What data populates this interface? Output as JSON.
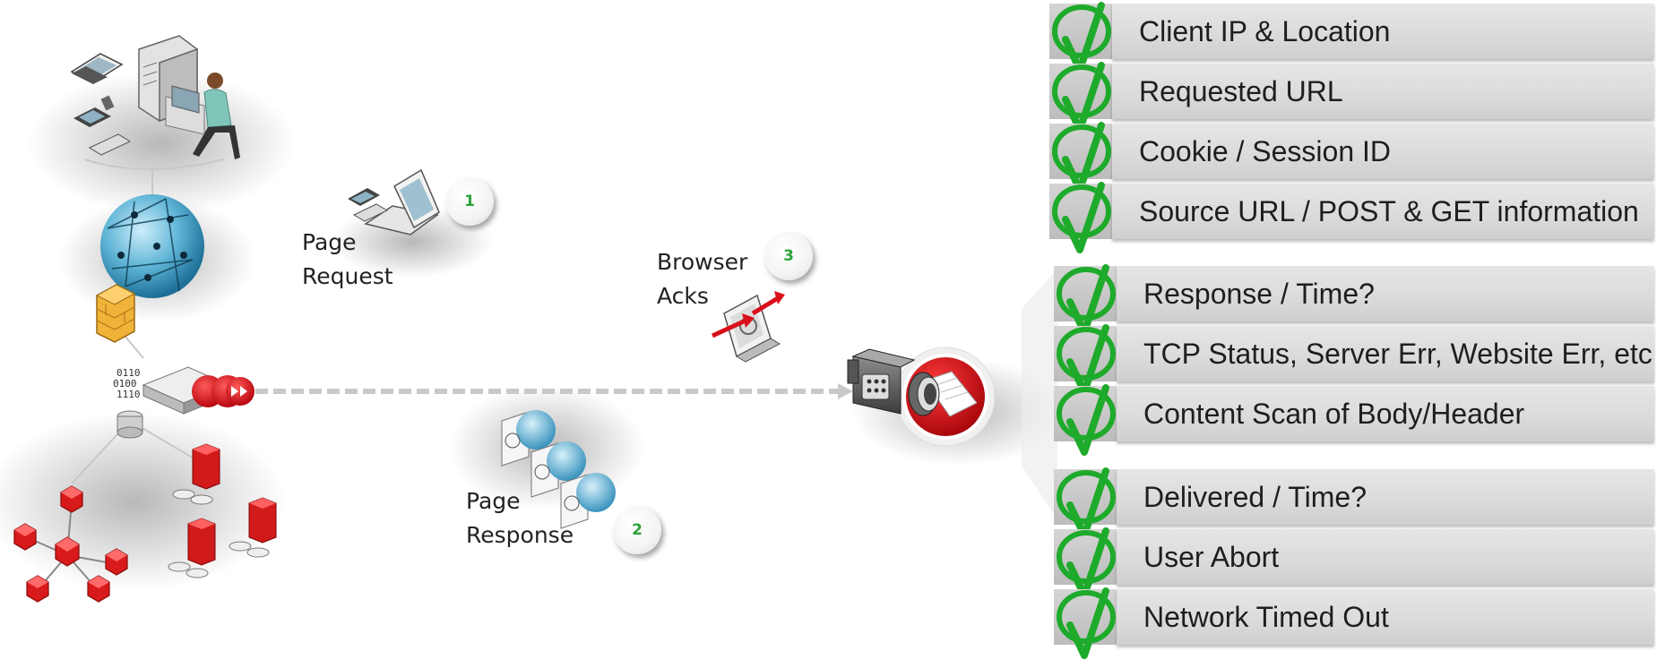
{
  "labels": {
    "page_request": [
      "Page",
      "Request"
    ],
    "page_response": [
      "Page",
      "Response"
    ],
    "browser_acks": [
      "Browser",
      "Acks"
    ]
  },
  "steps": [
    "1",
    "2",
    "3"
  ],
  "checklist": {
    "request_group": [
      "Client IP & Location",
      "Requested URL",
      "Cookie / Session ID",
      "Source URL / POST & GET information"
    ],
    "response_group": [
      "Response / Time?",
      "TCP Status, Server Err, Website Err, etc",
      "Content Scan of Body/Header"
    ],
    "delivery_group": [
      "Delivered / Time?",
      "User Abort",
      "Network Timed Out"
    ]
  },
  "icons": {
    "check": "green-check-icon",
    "camera": "video-camera-icon",
    "globe": "globe-icon",
    "firewall": "firewall-icon",
    "switch": "network-switch-icon"
  },
  "colors": {
    "check_green": "#1eaa2a",
    "accent_red": "#d8101a",
    "step_text": "#2aa33a",
    "bar_gray": "#dcdcdc"
  }
}
